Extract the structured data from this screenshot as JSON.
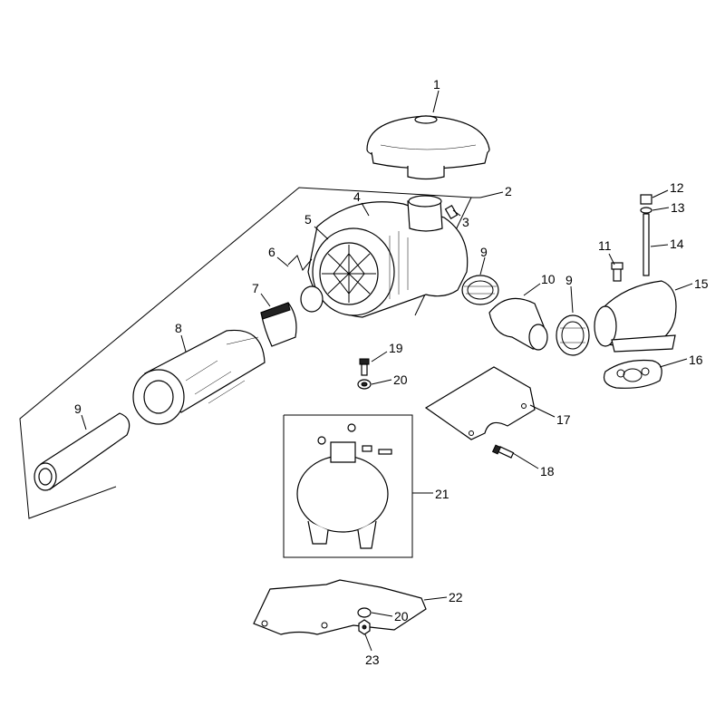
{
  "diagram": {
    "callouts": [
      "1",
      "2",
      "3",
      "4",
      "5",
      "6",
      "7",
      "8",
      "9",
      "10",
      "9",
      "11",
      "12",
      "13",
      "14",
      "15",
      "16",
      "19",
      "20",
      "17",
      "18",
      "21",
      "22",
      "20",
      "23"
    ]
  }
}
